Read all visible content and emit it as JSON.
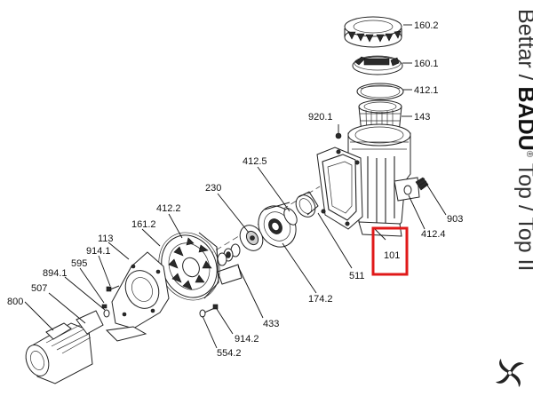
{
  "title": {
    "brand_prefix": "Bettar / ",
    "brand_bold": "BADU",
    "brand_mark": "®",
    "brand_suffix": " Top / Top II"
  },
  "labels": [
    {
      "id": "160-2",
      "text": "160.2"
    },
    {
      "id": "160-1",
      "text": "160.1"
    },
    {
      "id": "412-1",
      "text": "412.1"
    },
    {
      "id": "143",
      "text": "143"
    },
    {
      "id": "920-1",
      "text": "920.1"
    },
    {
      "id": "412-5",
      "text": "412.5"
    },
    {
      "id": "230",
      "text": "230"
    },
    {
      "id": "412-2",
      "text": "412.2"
    },
    {
      "id": "161-2",
      "text": "161.2"
    },
    {
      "id": "113",
      "text": "113"
    },
    {
      "id": "914-1",
      "text": "914.1"
    },
    {
      "id": "595",
      "text": "595"
    },
    {
      "id": "894-1",
      "text": "894.1"
    },
    {
      "id": "507",
      "text": "507"
    },
    {
      "id": "800",
      "text": "800"
    },
    {
      "id": "903",
      "text": "903"
    },
    {
      "id": "412-4",
      "text": "412.4"
    },
    {
      "id": "101",
      "text": "101"
    },
    {
      "id": "511",
      "text": "511"
    },
    {
      "id": "174-2",
      "text": "174.2"
    },
    {
      "id": "433",
      "text": "433"
    },
    {
      "id": "914-2",
      "text": "914.2"
    },
    {
      "id": "554-2",
      "text": "554.2"
    }
  ],
  "highlighted_part": "101",
  "colors": {
    "highlight": "#e01919",
    "ink": "#222222"
  }
}
